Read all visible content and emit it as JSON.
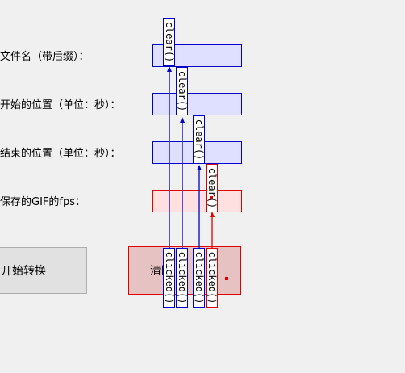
{
  "form": {
    "filename_label": "文件名（带后缀）：",
    "start_label": "开始的位置（单位：秒）：",
    "end_label": "结束的位置（单位：秒）：",
    "fps_label": "保存的GIF的fps："
  },
  "buttons": {
    "start_label": "开始转换",
    "clear_label": "清除"
  },
  "connections": {
    "slot_label": "clear()",
    "signal_label": "clicked()"
  },
  "colors": {
    "connection_blue": "#0000cc",
    "connection_red": "#e00000"
  }
}
